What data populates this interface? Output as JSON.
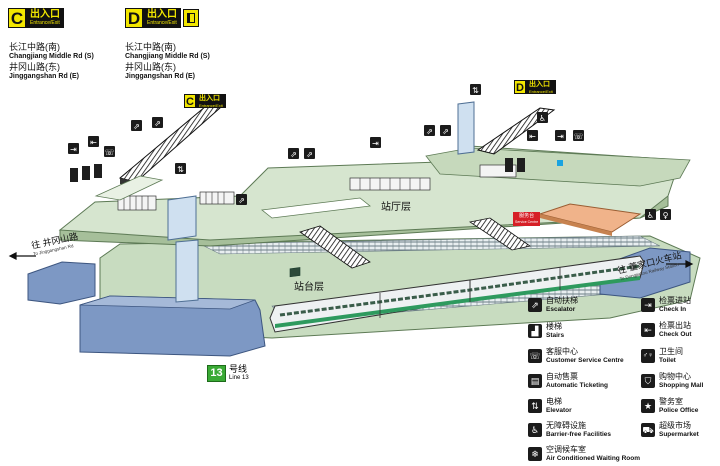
{
  "entrances": {
    "c_top": {
      "letter": "C",
      "cn": "出入口",
      "en": "Entrance/Exit"
    },
    "d_top": {
      "letter": "D",
      "cn": "出入口",
      "en": "Entrance/Exit"
    },
    "c_mid": {
      "letter": "C",
      "cn": "出入口",
      "en": "Entrance/Exit"
    },
    "d_mid": {
      "letter": "D",
      "cn": "出入口",
      "en": "Entrance/Exit"
    }
  },
  "roads": {
    "c": [
      {
        "cn": "长江中路(南)",
        "en": "Changjiang Middle Rd (S)"
      },
      {
        "cn": "井冈山路(东)",
        "en": "Jinggangshan Rd (E)"
      }
    ],
    "d": [
      {
        "cn": "长江中路(南)",
        "en": "Changjiang Middle Rd (S)"
      },
      {
        "cn": "井冈山路(东)",
        "en": "Jinggangshan Rd (E)"
      }
    ]
  },
  "directions": {
    "left": {
      "cn": "往 井冈山路",
      "en": "To Jinggangshan Rd"
    },
    "right": {
      "cn": "往 董家口火车站",
      "en": "To Dongjiakou Railway Station"
    }
  },
  "floors": {
    "concourse": "站厅层",
    "platform": "站台层"
  },
  "line": {
    "number": "13",
    "cn": "号线",
    "en": "Line 13"
  },
  "service_marker": {
    "cn": "服务台",
    "en": "Service Centre"
  },
  "legend": {
    "left": [
      {
        "icon": "escalator-icon",
        "glyph": "⇗",
        "cn": "自动扶梯",
        "en": "Escalator"
      },
      {
        "icon": "stairs-icon",
        "glyph": "▟",
        "cn": "楼梯",
        "en": "Stairs"
      },
      {
        "icon": "customer-service-icon",
        "glyph": "☏",
        "cn": "客服中心",
        "en": "Customer Service Centre"
      },
      {
        "icon": "ticket-machine-icon",
        "glyph": "▤",
        "cn": "自动售票",
        "en": "Automatic Ticketing"
      },
      {
        "icon": "elevator-icon",
        "glyph": "⇅",
        "cn": "电梯",
        "en": "Elevator"
      },
      {
        "icon": "accessible-icon",
        "glyph": "♿",
        "cn": "无障碍设施",
        "en": "Barrier-free Facilities"
      },
      {
        "icon": "snowflake-icon",
        "glyph": "❄",
        "cn": "空调候车室",
        "en": "Air Conditioned Waiting Room"
      }
    ],
    "right": [
      {
        "icon": "check-in-icon",
        "glyph": "⇥",
        "cn": "检票进站",
        "en": "Check In"
      },
      {
        "icon": "check-out-icon",
        "glyph": "⇤",
        "cn": "检票出站",
        "en": "Check Out"
      },
      {
        "icon": "toilet-icon",
        "glyph": "♂♀",
        "cn": "卫生间",
        "en": "Toilet"
      },
      {
        "icon": "shopping-icon",
        "glyph": "⛉",
        "cn": "购物中心",
        "en": "Shopping Mall"
      },
      {
        "icon": "police-icon",
        "glyph": "★",
        "cn": "警务室",
        "en": "Police Office"
      },
      {
        "icon": "cart-icon",
        "glyph": "⛟",
        "cn": "超级市场",
        "en": "Supermarket"
      }
    ]
  },
  "colors": {
    "floor_green": "#d6e5cf",
    "platform_green": "#c8dcc0",
    "building_blue": "#7d98c4",
    "elevator_blue": "#cfe0f0",
    "retail_orange": "#f0b38a",
    "sign_yellow": "#f2e600",
    "train_green": "#2e9a5e",
    "line_green": "#3aaa35",
    "service_red": "#d61f26"
  }
}
